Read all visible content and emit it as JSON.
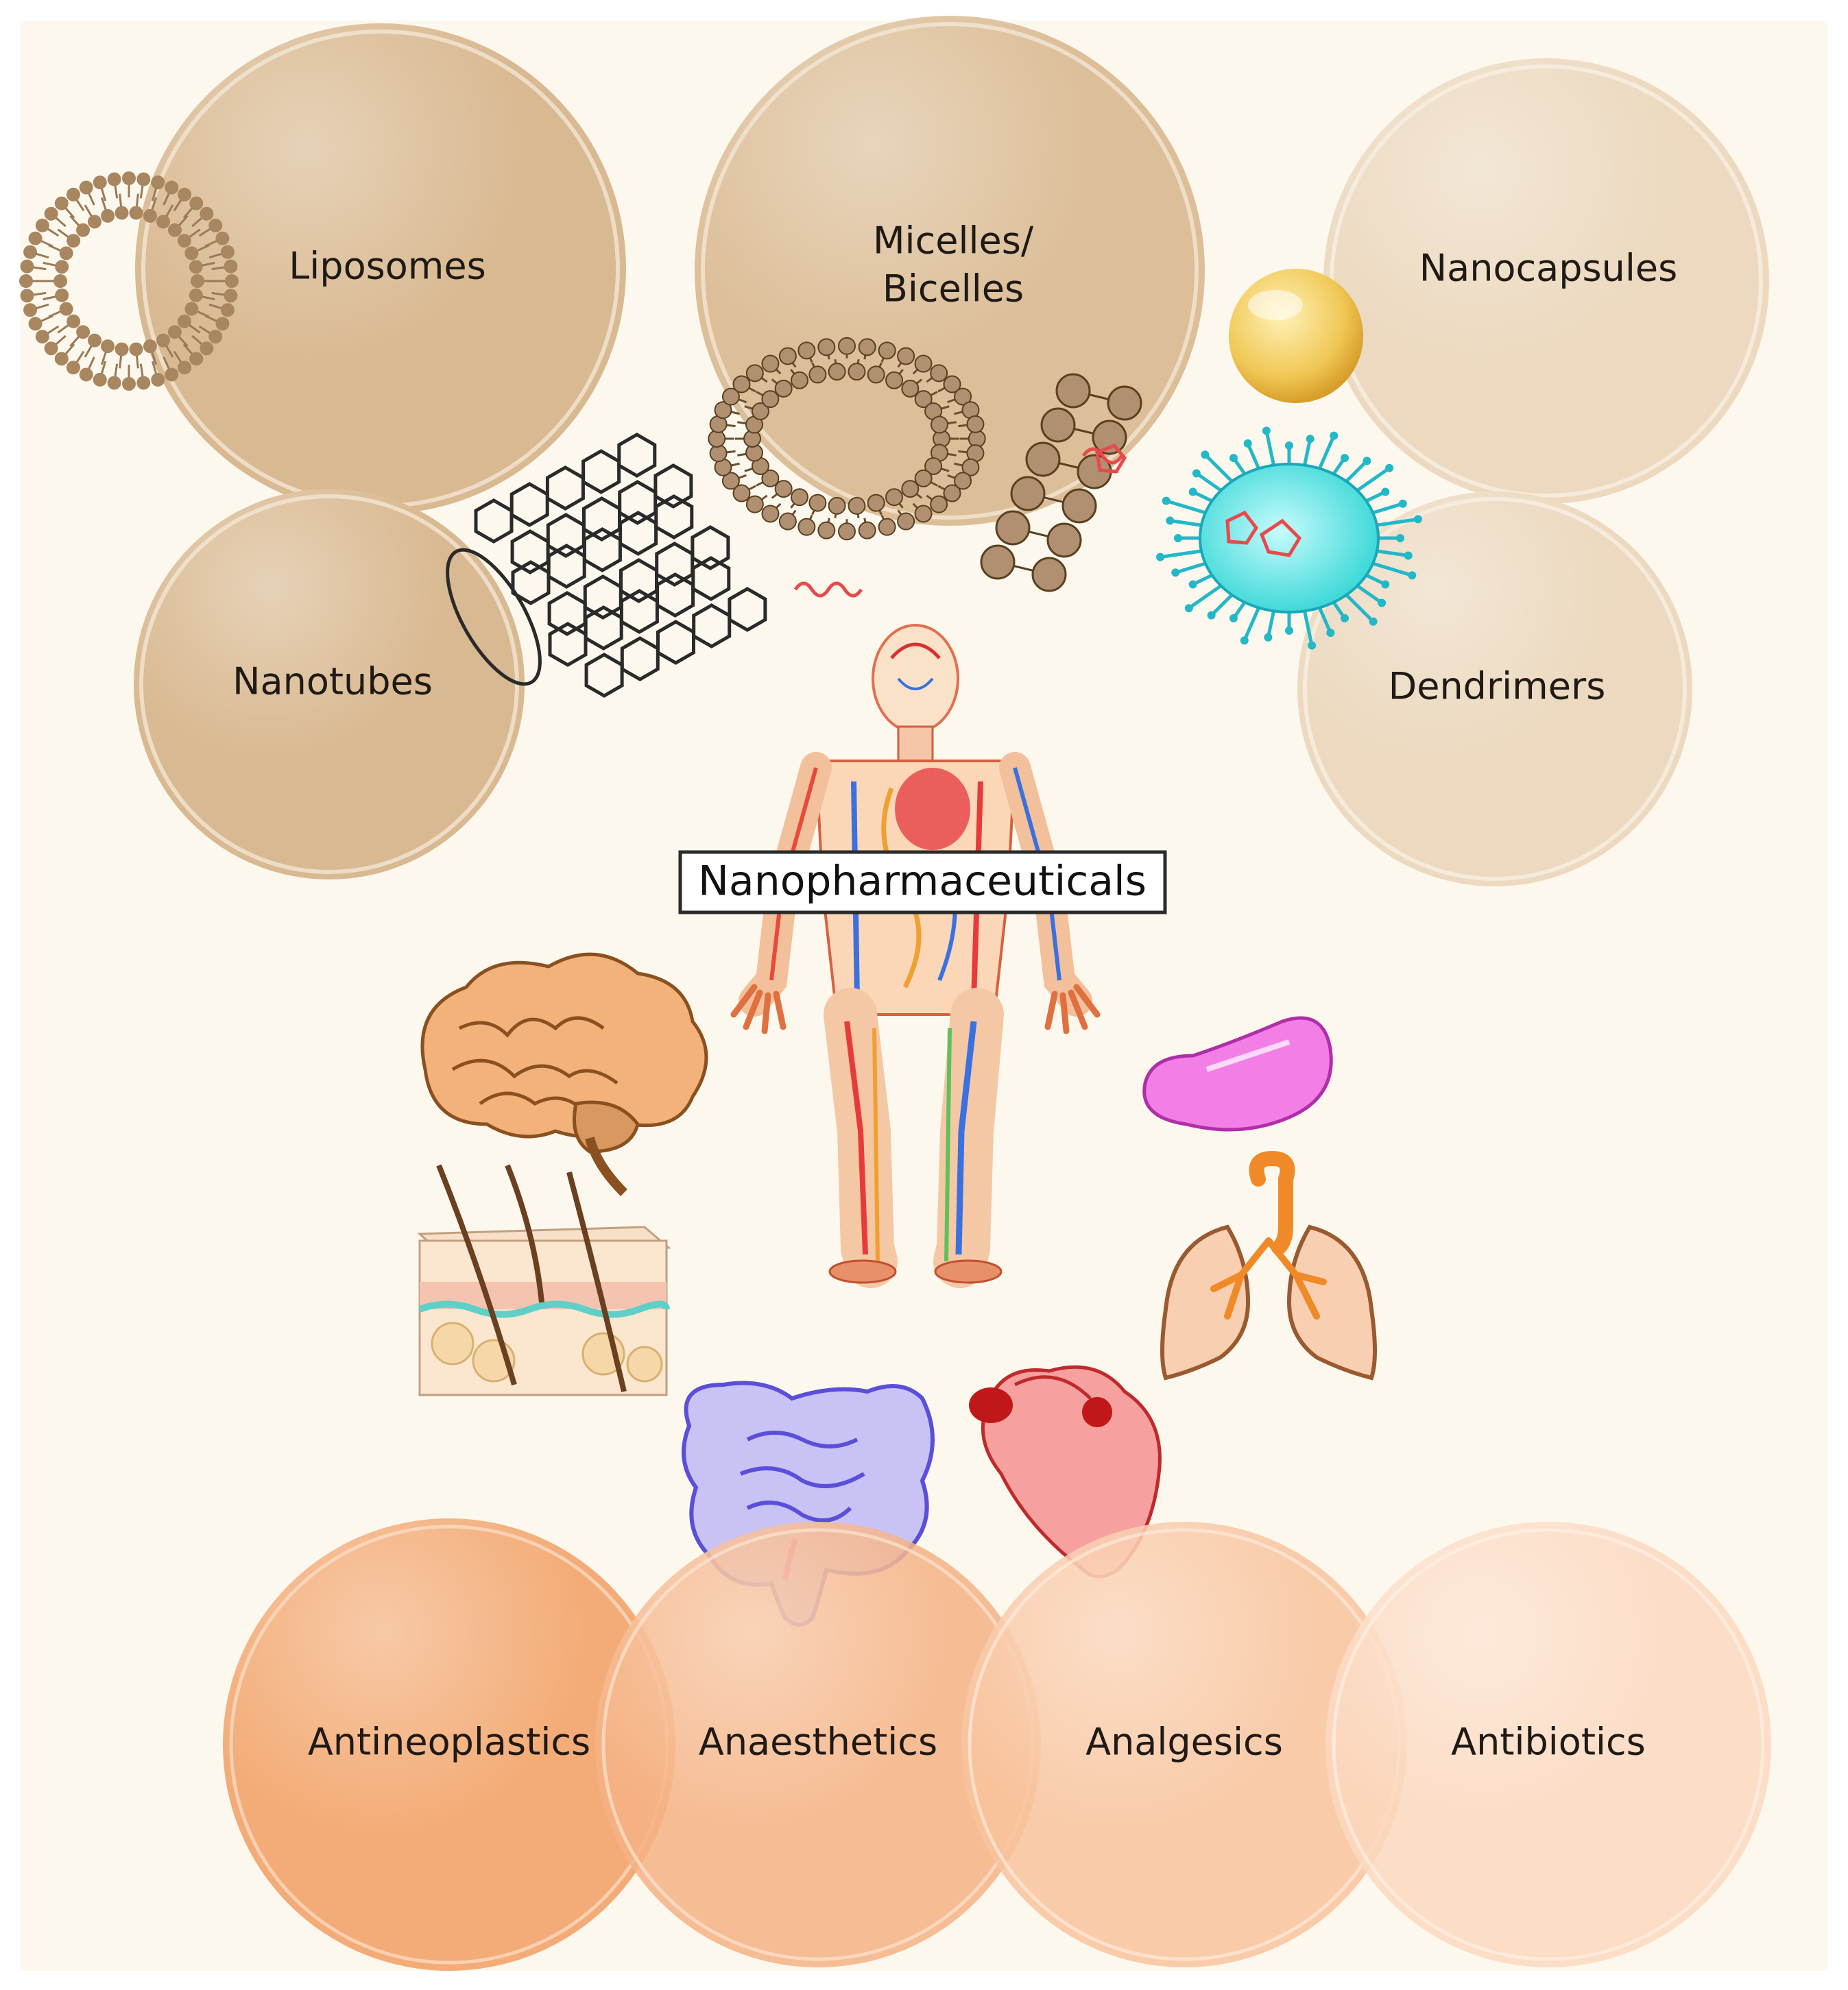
{
  "title": "Nanopharmaceuticals",
  "nanocarriers": [
    {
      "id": "liposomes",
      "label": "Liposomes"
    },
    {
      "id": "micelles",
      "label_line1": "Micelles/",
      "label_line2": "Bicelles"
    },
    {
      "id": "nanocapsules",
      "label": "Nanocapsules"
    },
    {
      "id": "nanotubes",
      "label": "Nanotubes"
    },
    {
      "id": "dendrimers",
      "label": "Dendrimers"
    }
  ],
  "drug_classes": [
    {
      "id": "antineoplastics",
      "label": "Antineoplastics"
    },
    {
      "id": "anaesthetics",
      "label": "Anaesthetics"
    },
    {
      "id": "analgesics",
      "label": "Analgesics"
    },
    {
      "id": "antibiotics",
      "label": "Antibiotics"
    }
  ],
  "organs": [
    "brain",
    "skin",
    "intestine",
    "heart",
    "lungs",
    "spleen"
  ],
  "colors": {
    "background": "#fcf8ee",
    "carrier": "#d9b991",
    "drug1": "#f2a56d",
    "drug2": "#f6bb90",
    "drug3": "#f9cba8",
    "drug4": "#fbdcc2"
  }
}
